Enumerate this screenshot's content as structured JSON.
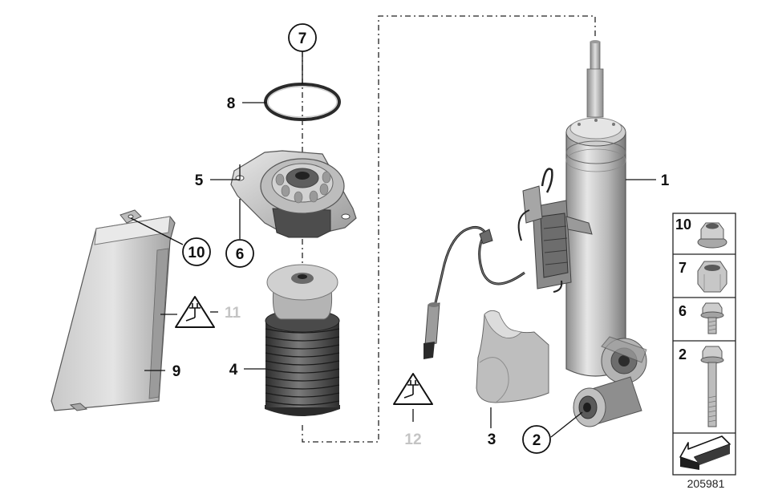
{
  "callouts": {
    "c1": "1",
    "c2": "2",
    "c3": "3",
    "c4": "4",
    "c5": "5",
    "c6": "6",
    "c7": "7",
    "c8": "8",
    "c9": "9",
    "c10": "10",
    "c11": "11",
    "c12": "12"
  },
  "side_panel": {
    "items": [
      {
        "label": "10",
        "part": "collar-nut"
      },
      {
        "label": "7",
        "part": "hex-nut"
      },
      {
        "label": "6",
        "part": "short-bolt"
      },
      {
        "label": "2",
        "part": "long-bolt"
      }
    ]
  },
  "reference_number": "205981",
  "colors": {
    "line": "#111111",
    "grey_callout": "#c4c4c4",
    "part_light": "#d8d8d8",
    "part_mid": "#a9a9a9",
    "part_dark": "#4a4a4a"
  }
}
